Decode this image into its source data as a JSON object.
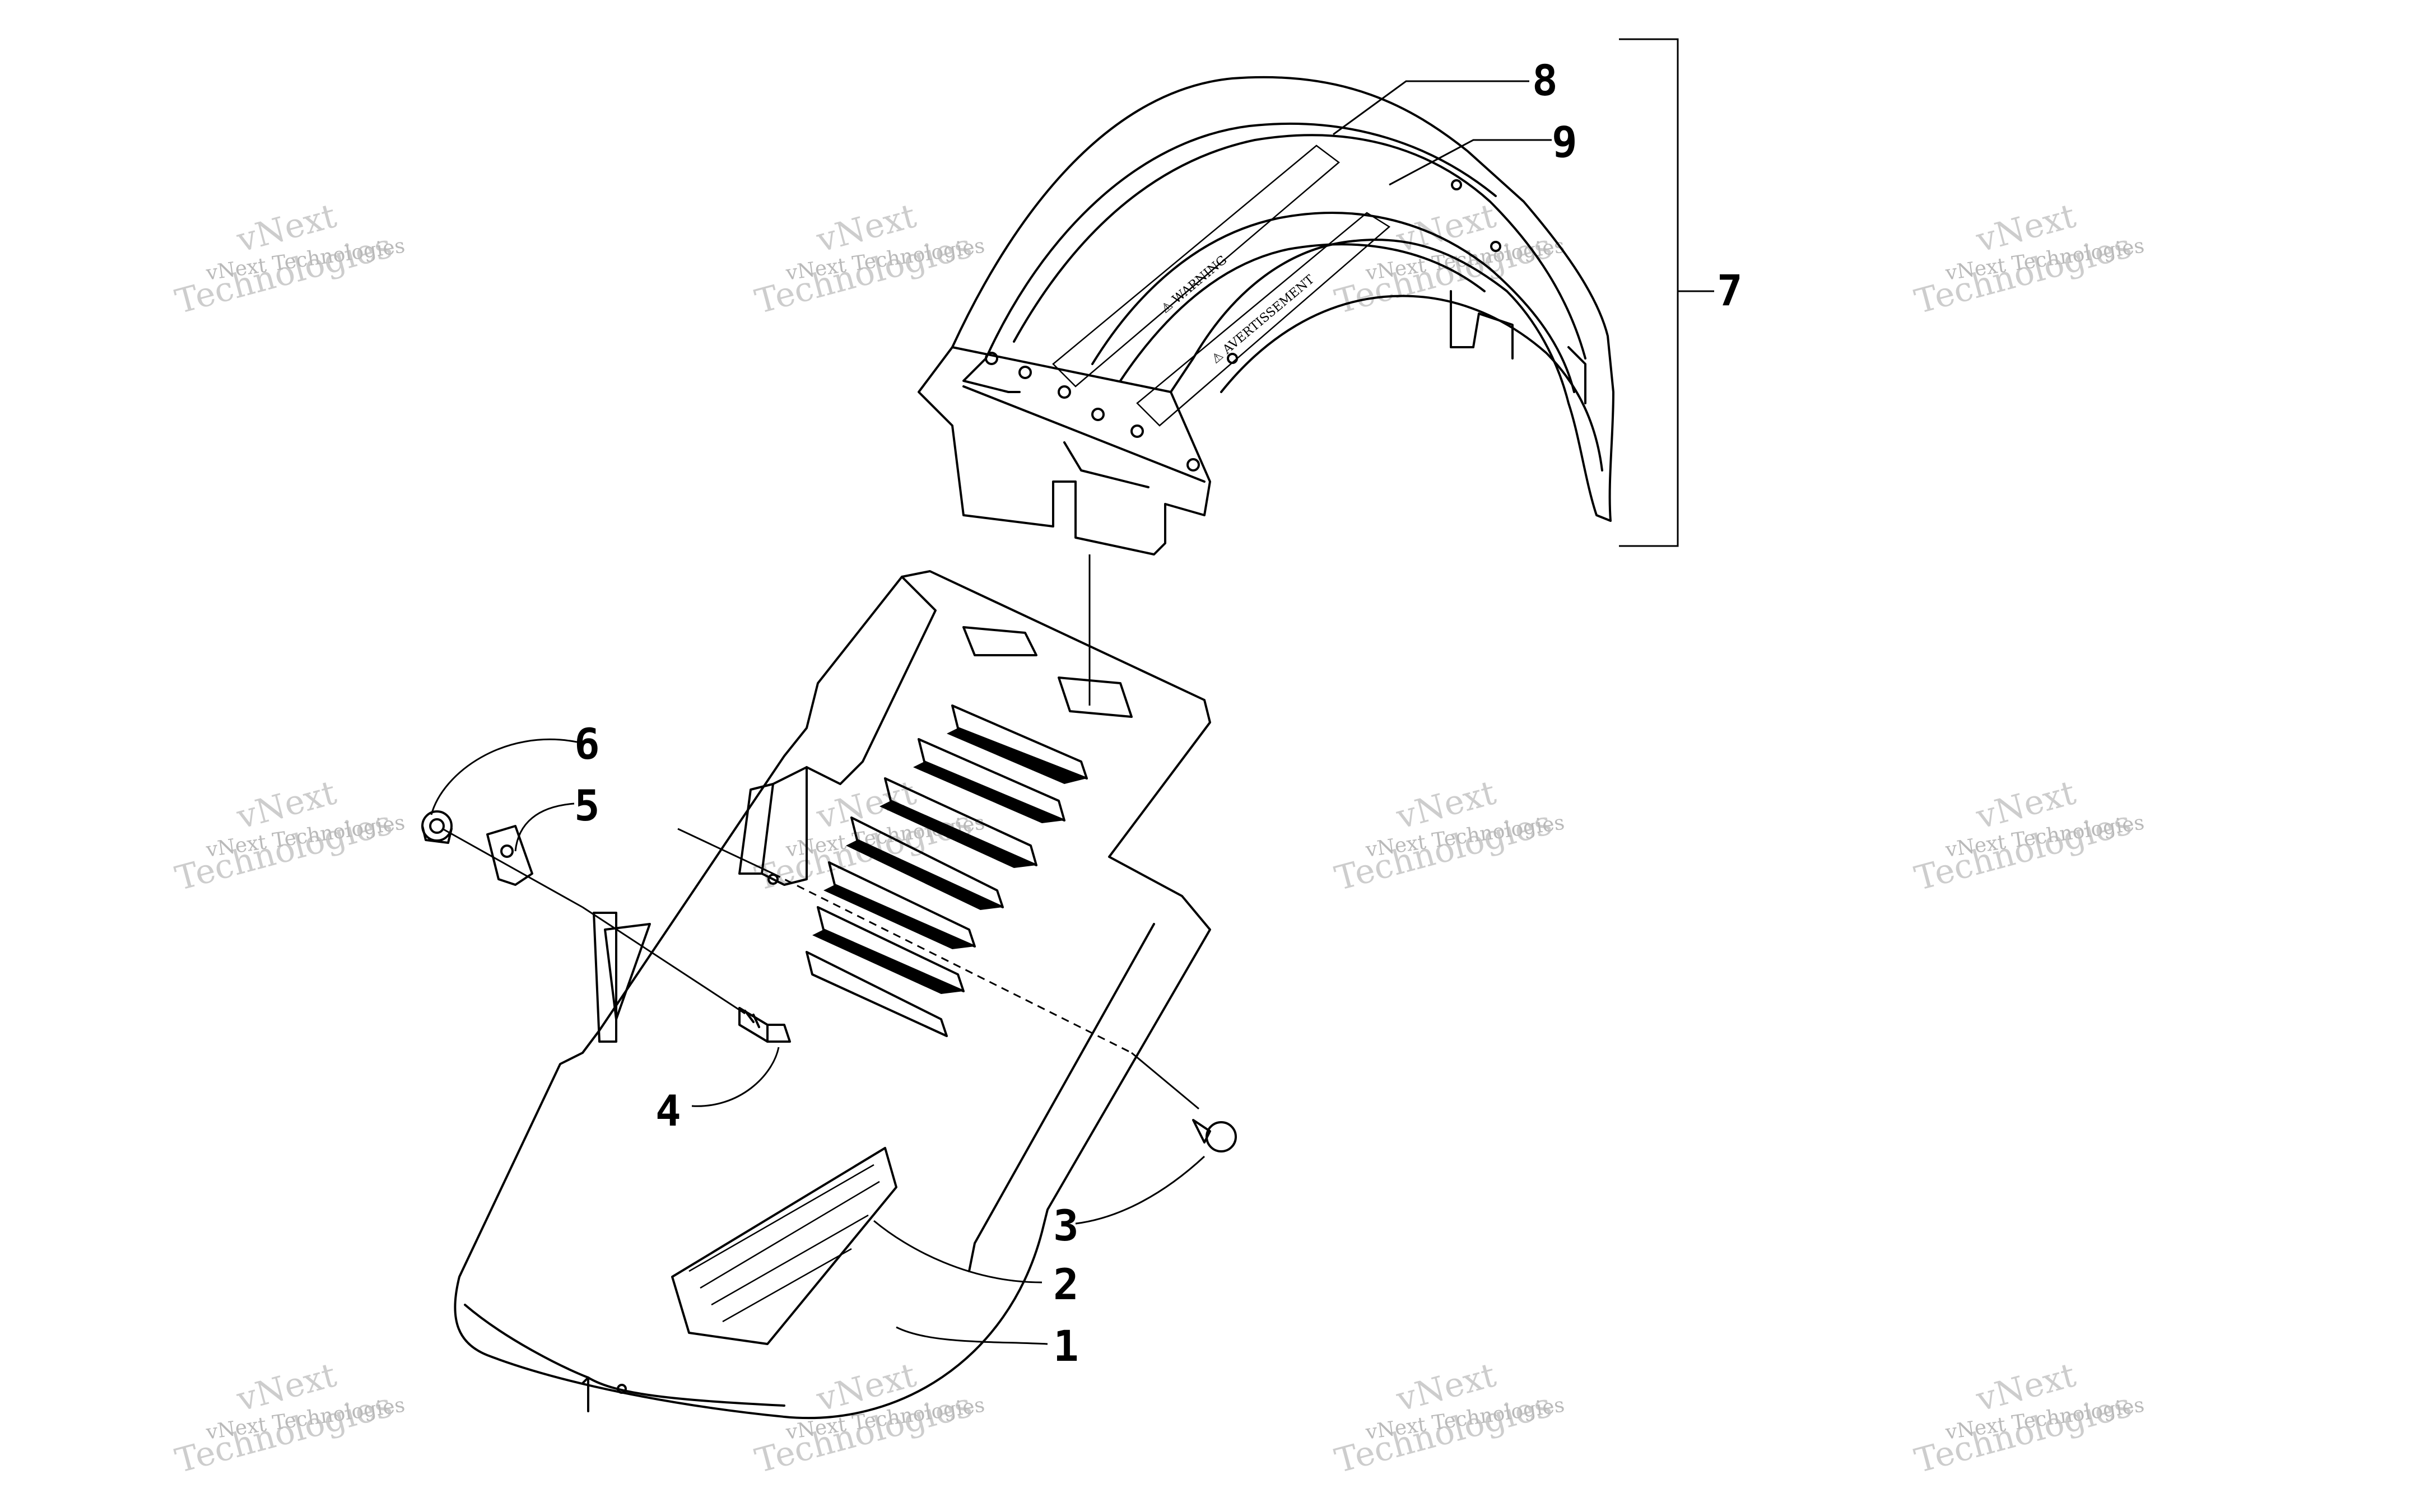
{
  "diagram": {
    "callouts": [
      {
        "id": "1",
        "label": "1"
      },
      {
        "id": "2",
        "label": "2"
      },
      {
        "id": "3",
        "label": "3"
      },
      {
        "id": "4",
        "label": "4"
      },
      {
        "id": "5",
        "label": "5"
      },
      {
        "id": "6",
        "label": "6"
      },
      {
        "id": "7",
        "label": "7"
      },
      {
        "id": "8",
        "label": "8"
      },
      {
        "id": "9",
        "label": "9"
      }
    ],
    "watermark": {
      "line1": "vNext Technologies",
      "line2": "vNext",
      "line3": "Technologies"
    }
  }
}
